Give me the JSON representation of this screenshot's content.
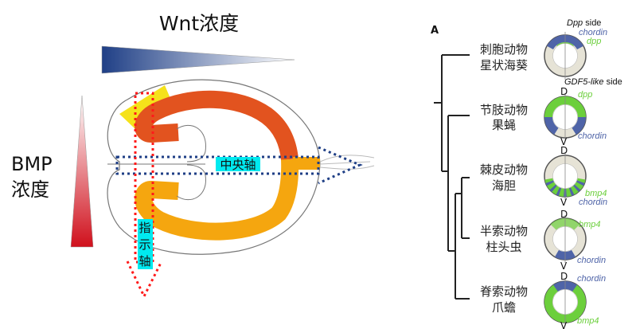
{
  "left": {
    "wnt_label": "Wnt浓度",
    "bmp_label_1": "BMP",
    "bmp_label_2": "浓度",
    "central_axis_label": "中央轴",
    "indicator_axis_chars": [
      "指",
      "示",
      "轴"
    ],
    "colors": {
      "wnt": "#1f3f86",
      "bmp": "#d0101c",
      "upper_band": "#e2531f",
      "lower_band": "#f5a60f",
      "patch": "#f5e21a",
      "axis_box": "#1f3f86",
      "label_bg": "#00eaf0"
    }
  },
  "right": {
    "panel_letter": "A",
    "groups": [
      {
        "phylum": "刺胞动物",
        "species": "星状海葵"
      },
      {
        "phylum": "节肢动物",
        "species": "果蝇"
      },
      {
        "phylum": "棘皮动物",
        "species": "海胆"
      },
      {
        "phylum": "半索动物",
        "species": "柱头虫"
      },
      {
        "phylum": "脊索动物",
        "species": "爪蟾"
      }
    ],
    "annotations": {
      "dpp_side_italic": "Dpp",
      "dpp_side_rest": " side",
      "gdf5_italic": "GDF5-like",
      "gdf5_rest": " side",
      "chordin": "chordin",
      "dpp": "dpp",
      "bmp4": "bmp4",
      "d": "D",
      "v": "V"
    },
    "colors": {
      "chordin": "#4f64a8",
      "dpp": "#6ccf3c",
      "dots": "#d8141c"
    }
  }
}
